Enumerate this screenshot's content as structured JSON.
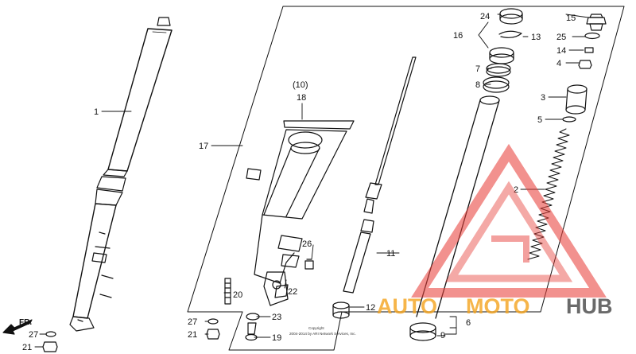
{
  "callouts": {
    "c1": "1",
    "c2": "2",
    "c3": "3",
    "c4": "4",
    "c5": "5",
    "c6": "6",
    "c7": "7",
    "c8": "8",
    "c9": "9",
    "c10": "(10)",
    "c11": "11",
    "c12": "12",
    "c13": "13",
    "c14": "14",
    "c15": "15",
    "c16": "16",
    "c17": "17",
    "c18": "18",
    "c19": "19",
    "c20": "20",
    "c21": "21",
    "c21b": "21",
    "c22": "22",
    "c23": "23",
    "c24": "24",
    "c25": "25",
    "c26": "26",
    "c27": "27",
    "c27b": "27"
  },
  "front_marker": "FR.",
  "copyright": {
    "line1": "Copyright",
    "line2": "2004-2014 by ARI Network Services, Inc."
  },
  "watermark": {
    "part1": "AUTO",
    "part2": "MOTO",
    "part3": "HUB",
    "colors": {
      "red": "#e8403a",
      "orange": "#f5a623",
      "dark": "#4a4a4a"
    }
  }
}
